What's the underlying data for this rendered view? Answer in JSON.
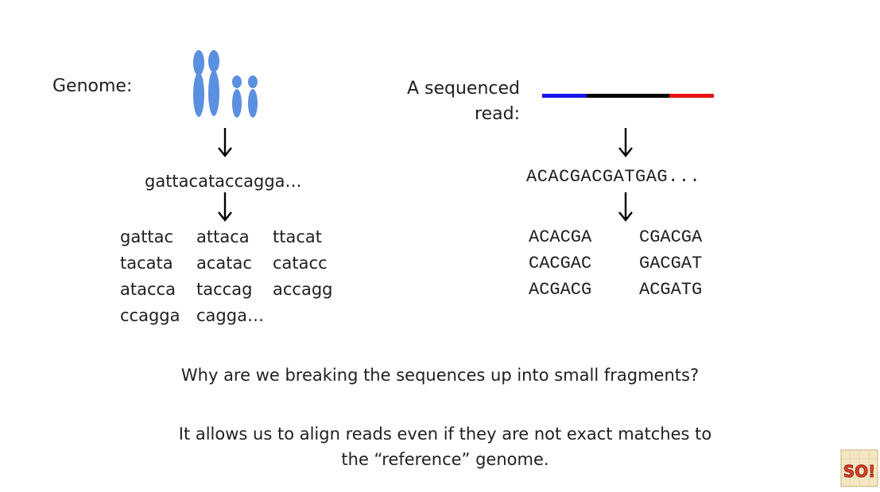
{
  "left": {
    "label": "Genome:",
    "sequence": "gattacataccagga…",
    "kmers": [
      "gattac",
      "attaca",
      "ttacat",
      "tacata",
      "acatac",
      "catacc",
      "atacca",
      "taccag",
      "accagg",
      "ccagga",
      "cagga…"
    ]
  },
  "right": {
    "label_line1": "A sequenced",
    "label_line2": "read:",
    "sequence": "ACACGACGATGAG...",
    "kmers": [
      "ACACGA",
      "CGACGA",
      "CACGAC",
      "GACGAT",
      "ACGACG",
      "ACGATG"
    ]
  },
  "question": "Why are we breaking the sequences up into small fragments?",
  "answer_line1": "It allows us to align reads even if they are not exact matches to",
  "answer_line2": "the “reference” genome.",
  "logo_text": "SO!",
  "colors": {
    "chromosome": "#5b8fe0",
    "read_blue": "#1414e8",
    "read_black": "#000000",
    "read_red": "#e81414"
  }
}
